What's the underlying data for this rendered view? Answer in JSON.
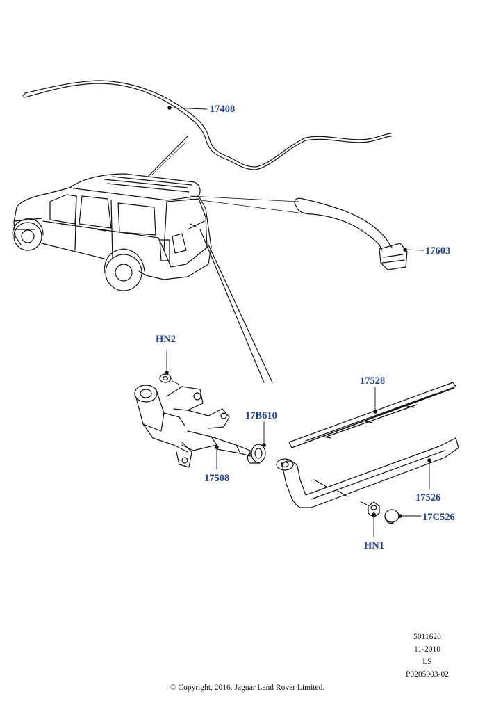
{
  "callouts": {
    "c17408": "17408",
    "c17603": "17603",
    "cHN2": "HN2",
    "c17528": "17528",
    "c17B610": "17B610",
    "c17508": "17508",
    "c17526": "17526",
    "c17C526": "17C526",
    "cHN1": "HN1"
  },
  "meta": {
    "line1": "5011620",
    "line2": "11-2010",
    "line3": "LS",
    "line4": "P0205903-02"
  },
  "copyright": "© Copyright, 2016. Jaguar Land Rover Limited.",
  "colors": {
    "callout": "#1f3f9f",
    "line": "#111111"
  }
}
